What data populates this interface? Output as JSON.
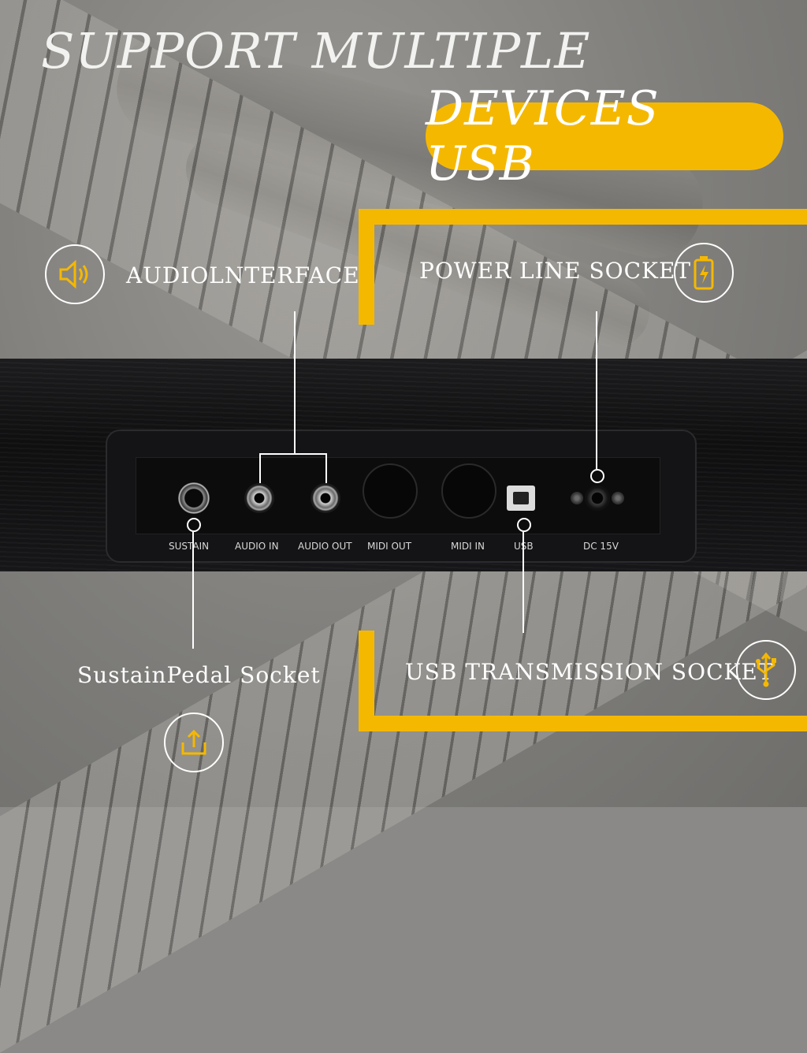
{
  "headline": {
    "line1": "SUPPORT MULTIPLE",
    "line2": "DEVICES USB"
  },
  "callouts": {
    "audio": {
      "label": "AUDIOLNTERFACE",
      "icon": "speaker-icon"
    },
    "power": {
      "label": "POWER LINE SOCKET",
      "icon": "battery-icon"
    },
    "sustain": {
      "label": "SustainPedal Socket",
      "icon": "share-icon"
    },
    "usb": {
      "label": "USB TRANSMISSION SOCKET",
      "icon": "usb-icon"
    }
  },
  "ports": {
    "sustain": "SUSTAIN",
    "audio_in": "AUDIO IN",
    "audio_out": "AUDIO OUT",
    "midi_out": "MIDI OUT",
    "midi_in": "MIDI IN",
    "usb": "USB",
    "dc": "DC 15V"
  },
  "colors": {
    "accent": "#f5b800",
    "text": "#ffffff",
    "panel": "#141416"
  }
}
